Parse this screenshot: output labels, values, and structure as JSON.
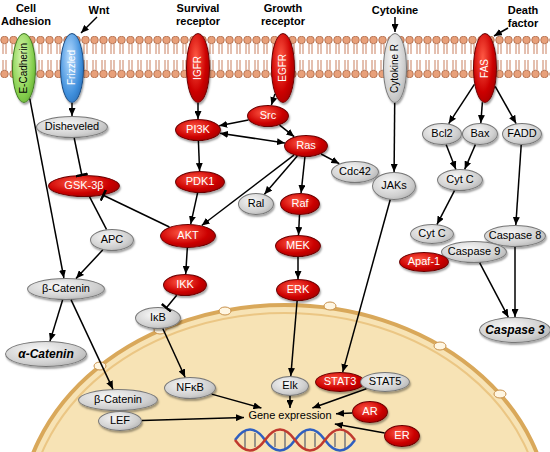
{
  "diagram": {
    "nodes": [
      {
        "text": [
          "E-Cadherin"
        ]
      },
      {
        "text": [
          "Frizzled"
        ]
      },
      {
        "text": [
          "IGFR"
        ]
      },
      {
        "text": [
          "EGFR"
        ]
      },
      {
        "text": [
          "Cytokine R"
        ]
      },
      {
        "text": [
          "FAS"
        ]
      },
      {
        "text": [
          "Disheveled"
        ]
      },
      {
        "text": [
          "Src"
        ]
      },
      {
        "text": [
          "PI3K"
        ]
      },
      {
        "text": [
          "Ras"
        ]
      },
      {
        "text": [
          "Bcl2"
        ]
      },
      {
        "text": [
          "Bax"
        ]
      },
      {
        "text": [
          "FADD"
        ]
      },
      {
        "text": [
          "Cdc42"
        ]
      },
      {
        "text": [
          "Cyt C"
        ]
      },
      {
        "text": [
          "PDK1"
        ]
      },
      {
        "text": [
          "GSK-3β"
        ]
      },
      {
        "text": [
          "JAKs"
        ]
      },
      {
        "text": [
          "Ral"
        ]
      },
      {
        "text": [
          "Raf"
        ]
      },
      {
        "text": [
          "AKT"
        ]
      },
      {
        "text": [
          "APC"
        ]
      },
      {
        "text": [
          "MEK"
        ]
      },
      {
        "text": [
          "Caspase 8"
        ]
      },
      {
        "text": [
          "Cyt C"
        ]
      },
      {
        "text": [
          "Caspase 9"
        ]
      },
      {
        "text": [
          "Apaf-1"
        ]
      },
      {
        "text": [
          "IKK"
        ]
      },
      {
        "text": [
          "β-Catenin"
        ]
      },
      {
        "text": [
          "ERK"
        ]
      },
      {
        "text": [
          "Caspase 3"
        ]
      },
      {
        "text": [
          "IκB"
        ]
      },
      {
        "text": [
          "α-Catenin"
        ]
      },
      {
        "text": [
          "NFκB"
        ]
      },
      {
        "text": [
          "Elk"
        ]
      },
      {
        "text": [
          "STAT3"
        ]
      },
      {
        "text": [
          "STAT5"
        ]
      },
      {
        "text": [
          "β-Catenin"
        ]
      },
      {
        "text": [
          "LEF"
        ]
      },
      {
        "text": [
          "Gene expression"
        ]
      },
      {
        "text": [
          "AR"
        ]
      },
      {
        "text": [
          "ER"
        ]
      }
    ],
    "edges": [
      {
        "from": 1,
        "to": 6,
        "arrow": "to"
      },
      {
        "from": 6,
        "to": 16,
        "arrow": "none"
      },
      {
        "from": 16,
        "to": 21,
        "arrow": "none"
      },
      {
        "from": 21,
        "to": 28,
        "arrow": "to"
      },
      {
        "from": 0,
        "to": 28,
        "arrow": "to"
      },
      {
        "from": 28,
        "to": 32,
        "arrow": "to"
      },
      {
        "from": 28,
        "to": 37,
        "arrow": "to"
      },
      {
        "from": 20,
        "to": 16,
        "arrow": "none"
      },
      {
        "from": 2,
        "to": 8,
        "arrow": "to"
      },
      {
        "from": 3,
        "to": 7,
        "arrow": "to"
      },
      {
        "from": 7,
        "to": 8,
        "arrow": "to"
      },
      {
        "from": 7,
        "to": 9,
        "arrow": "to"
      },
      {
        "from": 8,
        "to": 9,
        "arrow": "both"
      },
      {
        "from": 8,
        "to": 15,
        "arrow": "to"
      },
      {
        "from": 15,
        "to": 20,
        "arrow": "to"
      },
      {
        "from": 9,
        "to": 20,
        "arrow": "to"
      },
      {
        "from": 9,
        "to": 18,
        "arrow": "to"
      },
      {
        "from": 9,
        "to": 19,
        "arrow": "to"
      },
      {
        "from": 9,
        "to": 13,
        "arrow": "to"
      },
      {
        "from": 19,
        "to": 22,
        "arrow": "to"
      },
      {
        "from": 22,
        "to": 29,
        "arrow": "to"
      },
      {
        "from": 29,
        "to": 34,
        "arrow": "to"
      },
      {
        "from": 20,
        "to": 27,
        "arrow": "to"
      },
      {
        "from": 27,
        "to": 31,
        "arrow": "none"
      },
      {
        "from": 31,
        "to": 33,
        "arrow": "to"
      },
      {
        "from": 4,
        "to": 17,
        "arrow": "to"
      },
      {
        "from": 17,
        "to": 35,
        "arrow": "to"
      },
      {
        "from": 5,
        "to": 10,
        "arrow": "to"
      },
      {
        "from": 5,
        "to": 11,
        "arrow": "to"
      },
      {
        "from": 5,
        "to": 12,
        "arrow": "to"
      },
      {
        "from": 10,
        "to": 14,
        "arrow": "to"
      },
      {
        "from": 11,
        "to": 14,
        "arrow": "to"
      },
      {
        "from": 14,
        "to": 24,
        "arrow": "to"
      },
      {
        "from": 12,
        "to": 23,
        "arrow": "to"
      },
      {
        "from": 23,
        "to": 30,
        "arrow": "to"
      },
      {
        "from": 25,
        "to": 30,
        "arrow": "to"
      },
      {
        "from": 38,
        "to": 39,
        "arrow": "to"
      },
      {
        "from": 33,
        "to": 39,
        "arrow": "to"
      },
      {
        "from": 34,
        "to": 39,
        "arrow": "to"
      },
      {
        "from": 36,
        "to": 39,
        "arrow": "to"
      },
      {
        "from": 40,
        "to": 39,
        "arrow": "to"
      },
      {
        "from": 41,
        "to": 39,
        "arrow": "to"
      }
    ],
    "labels": [
      "Cell Adhesion",
      "Wnt",
      "Survival receptor",
      "Growth receptor",
      "Cytokine",
      "Death factor"
    ]
  }
}
